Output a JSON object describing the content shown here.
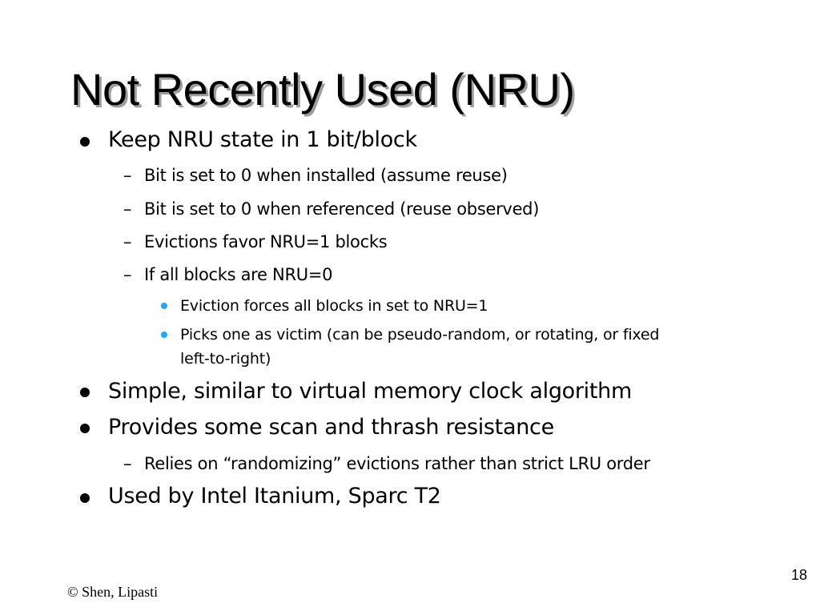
{
  "slide": {
    "title": "Not Recently Used (NRU)",
    "footer": "© Shen, Lipasti",
    "page_number": "18",
    "accent_color": "#1ea7ff",
    "bullets": [
      {
        "text": "Keep NRU state in 1 bit/block",
        "sub": [
          {
            "text": "Bit is set to 0 when installed (assume reuse)"
          },
          {
            "text": "Bit is set to 0 when referenced (reuse observed)"
          },
          {
            "text": "Evictions favor NRU=1 blocks"
          },
          {
            "text": "If all blocks are NRU=0",
            "sub": [
              {
                "text": "Eviction forces all blocks in set to NRU=1"
              },
              {
                "text": "Picks one as victim (can be pseudo-random, or rotating, or fixed",
                "cont": "left-to-right)"
              }
            ]
          }
        ]
      },
      {
        "text": "Simple, similar to virtual memory clock algorithm"
      },
      {
        "text": "Provides some scan and thrash resistance",
        "sub": [
          {
            "text": "Relies on “randomizing”  evictions rather than strict LRU order"
          }
        ]
      },
      {
        "text": "Used by Intel Itanium, Sparc T2"
      }
    ]
  }
}
